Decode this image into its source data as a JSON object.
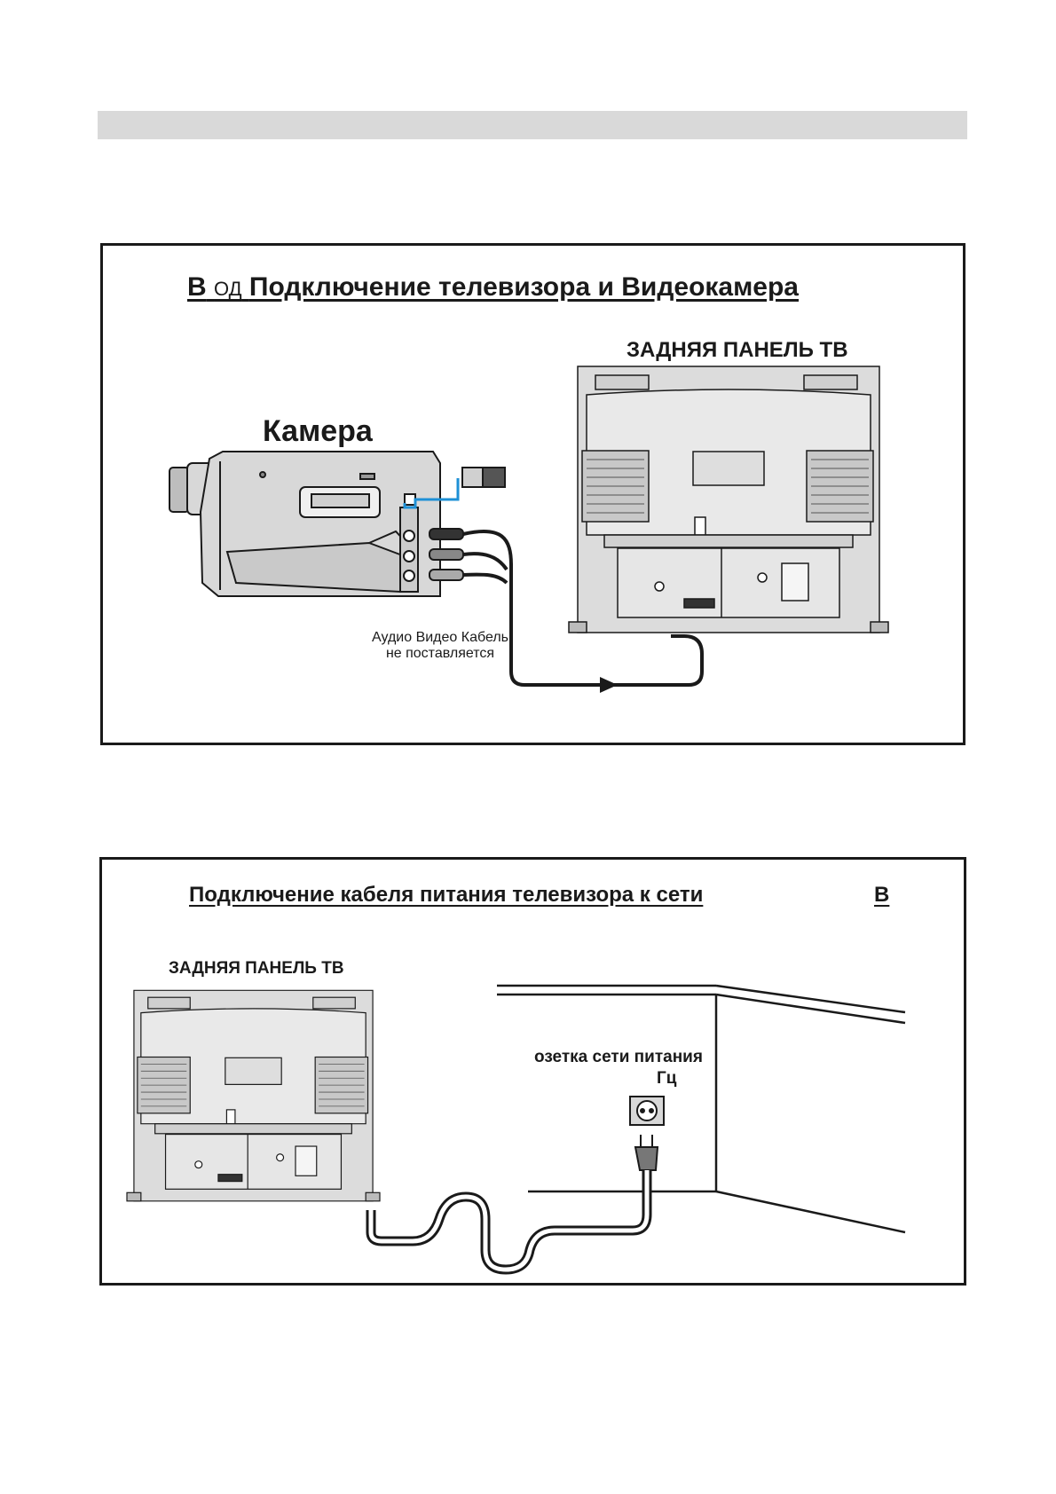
{
  "diagram_a": {
    "title_prefix": "В",
    "title_small": "ОД",
    "title_main": "Подключение  телевизора и Видеокамера",
    "tv_panel_label": "ЗАДНЯЯ ПАНЕЛЬ ТВ",
    "camera_label": "Камера",
    "cable_note_line1": "Аудио Видео Кабель",
    "cable_note_line2": "не поставляется"
  },
  "diagram_b": {
    "title": "Подключение   кабеля питания телевизора к сети",
    "title_suffix": "В",
    "tv_panel_label": "ЗАДНЯЯ ПАНЕЛЬ ТВ",
    "outlet_line1": "озетка сети питания",
    "outlet_line2": "Гц"
  },
  "colors": {
    "tv_body": "#dcdcdc",
    "outline": "#1a1a1a",
    "usb_line": "#1e90d6",
    "header_band": "#d9d9d9"
  }
}
